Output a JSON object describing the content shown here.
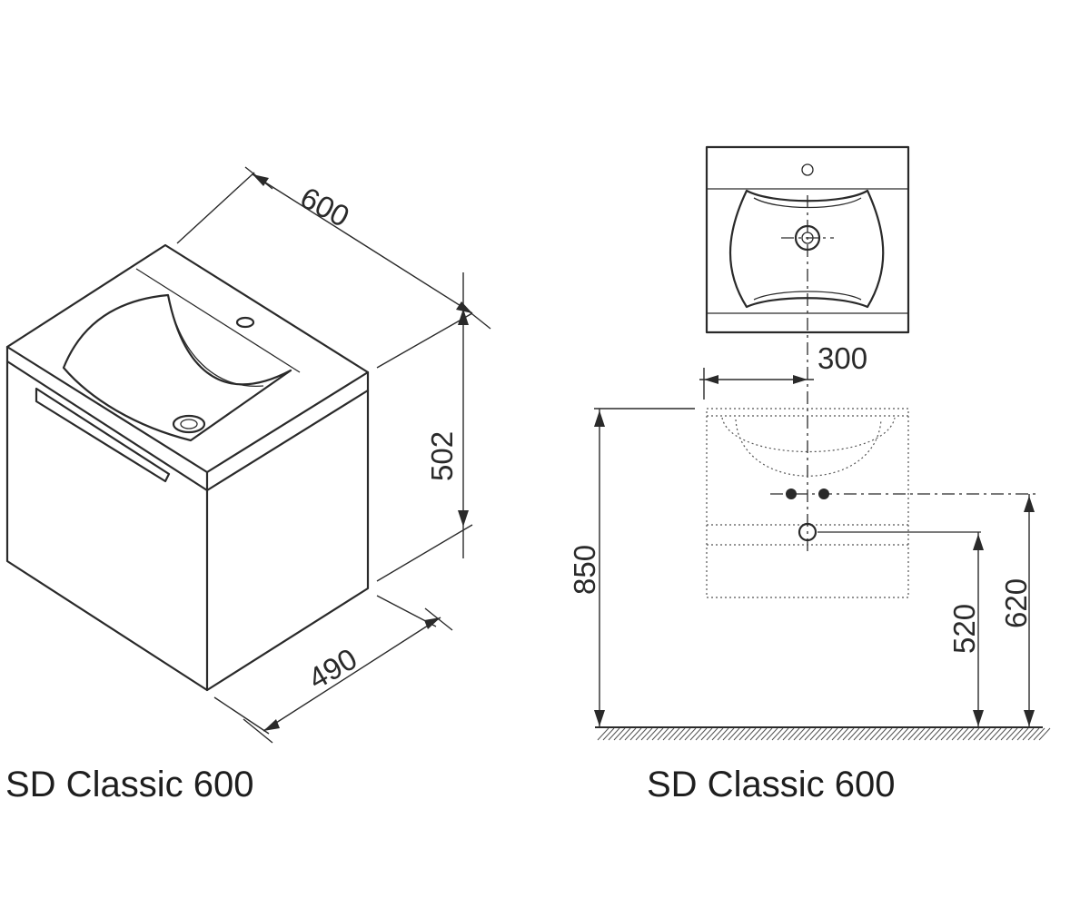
{
  "left_view": {
    "caption": "SD Classic 600",
    "dims": {
      "width": "600",
      "height": "502",
      "depth": "490"
    }
  },
  "right_view": {
    "caption": "SD Classic 600",
    "dims": {
      "offset": "300",
      "mount_height": "850",
      "waste_height": "520",
      "supply_height": "620"
    }
  }
}
